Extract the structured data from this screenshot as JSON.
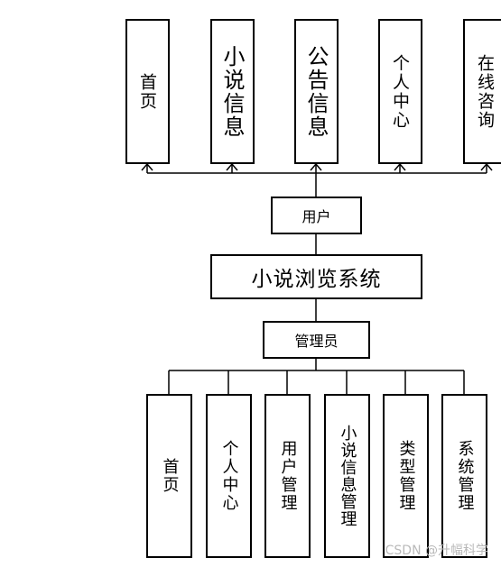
{
  "top_modules": [
    {
      "label": "首页"
    },
    {
      "label": "小说信息"
    },
    {
      "label": "公告信息"
    },
    {
      "label": "个人中心"
    },
    {
      "label": "在线咨询"
    }
  ],
  "user_role": "用户",
  "system_title": "小说浏览系统",
  "admin_role": "管理员",
  "bottom_modules": [
    {
      "label": "首页"
    },
    {
      "label": "个人中心"
    },
    {
      "label": "用户管理"
    },
    {
      "label": "小说信息管理"
    },
    {
      "label": "类型管理"
    },
    {
      "label": "系统管理"
    }
  ],
  "watermark": "CSDN @升幅科学"
}
